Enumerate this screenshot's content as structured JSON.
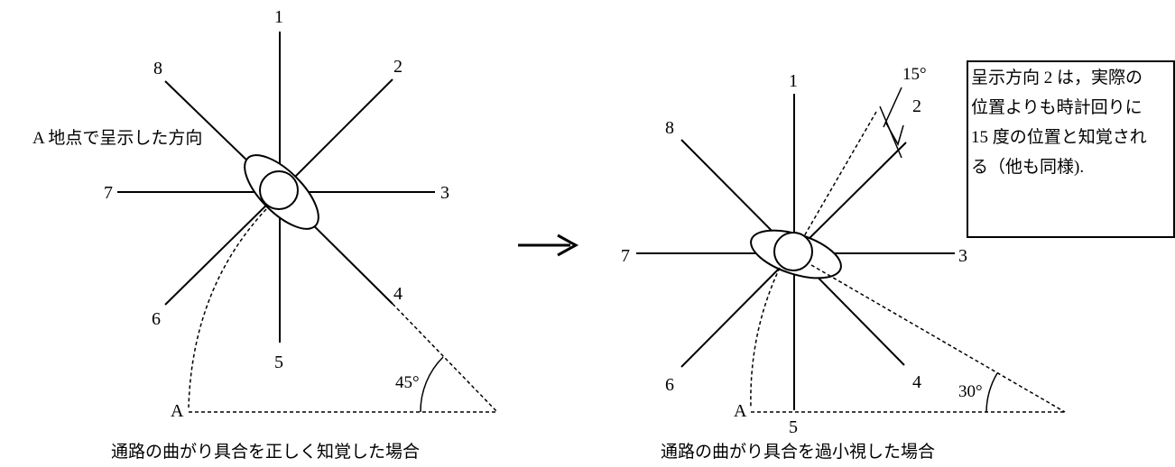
{
  "left": {
    "caption": "通路の曲がり具合を正しく知覚した場合",
    "label_a_direction": "A 地点で呈示した方向",
    "point": "A",
    "angle": "45°",
    "directions": [
      "1",
      "2",
      "3",
      "4",
      "5",
      "6",
      "7",
      "8"
    ]
  },
  "right": {
    "caption": "通路の曲がり具合を過小視した場合",
    "point": "A",
    "angle": "30°",
    "offset_angle": "15°",
    "directions": [
      "1",
      "2",
      "3",
      "4",
      "5",
      "6",
      "7",
      "8"
    ]
  },
  "note": {
    "lines": [
      "呈示方向 2 は，実際の",
      "位置よりも時計回りに",
      "15 度の位置と知覚され",
      "る（他も同様)."
    ]
  }
}
